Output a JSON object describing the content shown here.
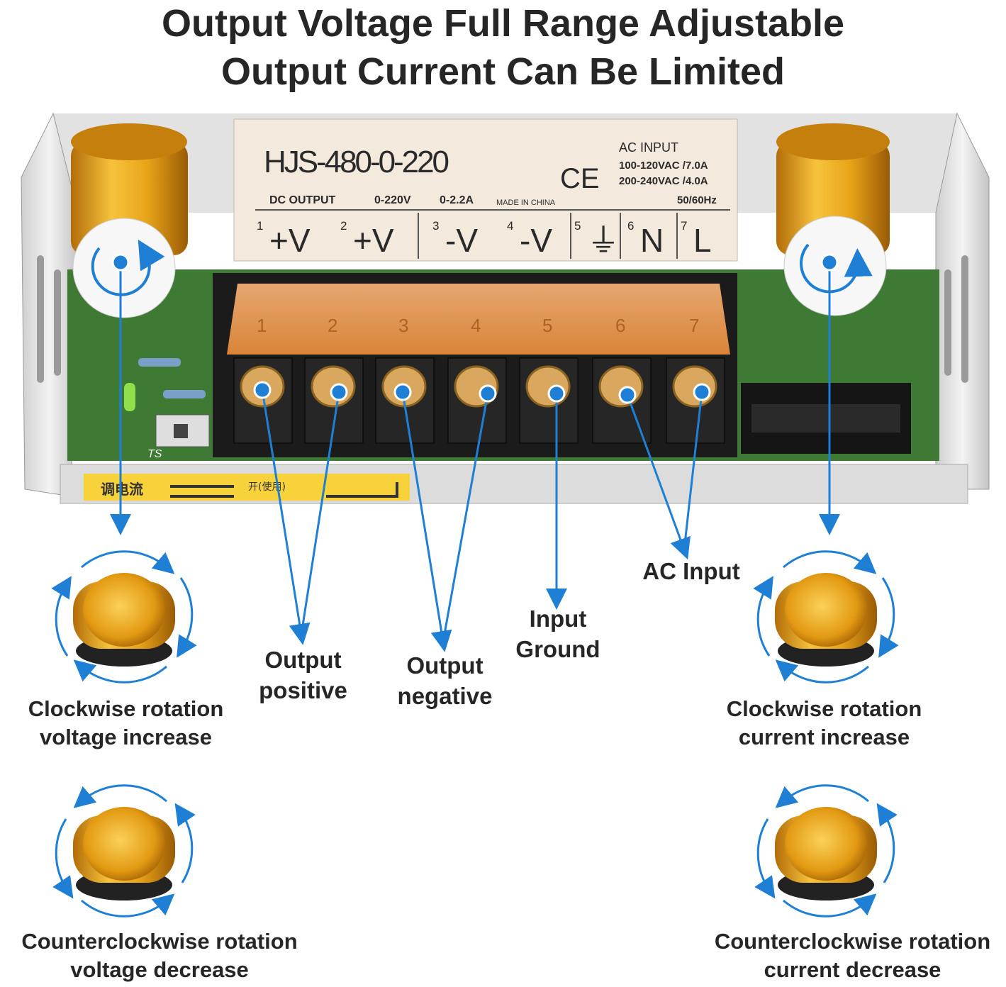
{
  "title": {
    "line1": "Output Voltage Full Range Adjustable",
    "line2": "Output Current Can Be Limited"
  },
  "nameplate": {
    "model": "HJS-480-0-220",
    "ce_mark": "CE",
    "ac_input_header": "AC  INPUT",
    "ac_input_line1": "100-120VAC /7.0A",
    "ac_input_line2": "200-240VAC /4.0A",
    "dc_output": "DC  OUTPUT",
    "voltage_range": "0-220V",
    "current_range": "0-2.2A",
    "made_in": "MADE IN CHINA",
    "frequency": "50/60Hz",
    "terminals": [
      {
        "num": "1",
        "sym": "+V"
      },
      {
        "num": "2",
        "sym": "+V"
      },
      {
        "num": "3",
        "sym": "-V"
      },
      {
        "num": "4",
        "sym": "-V"
      },
      {
        "num": "5",
        "sym": "⏚"
      },
      {
        "num": "6",
        "sym": "N"
      },
      {
        "num": "7",
        "sym": "L"
      }
    ]
  },
  "cover_numbers": [
    "1",
    "2",
    "3",
    "4",
    "5",
    "6",
    "7"
  ],
  "board": {
    "ts_label": "TS",
    "strip_left": "调电流",
    "strip_mid": "开(使用)"
  },
  "callouts": {
    "output_positive": {
      "line1": "Output",
      "line2": "positive"
    },
    "output_negative": {
      "line1": "Output",
      "line2": "negative"
    },
    "input_ground": {
      "line1": "Input",
      "line2": "Ground"
    },
    "ac_input": "AC Input",
    "voltage_inc": {
      "line1": "Clockwise rotation",
      "line2": "voltage increase"
    },
    "voltage_dec": {
      "line1": "Counterclockwise rotation",
      "line2": "voltage decrease"
    },
    "current_inc": {
      "line1": "Clockwise rotation",
      "line2": "current increase"
    },
    "current_dec": {
      "line1": "Counterclockwise rotation",
      "line2": "current decrease"
    }
  },
  "colors": {
    "callout_blue": "#1e7fd4",
    "knob_gold": "#e8a419",
    "cover_orange": "#f5a65a",
    "pcb_green": "#3f7a35",
    "label_yellow": "#f7d23a",
    "text_dark": "#262626"
  }
}
